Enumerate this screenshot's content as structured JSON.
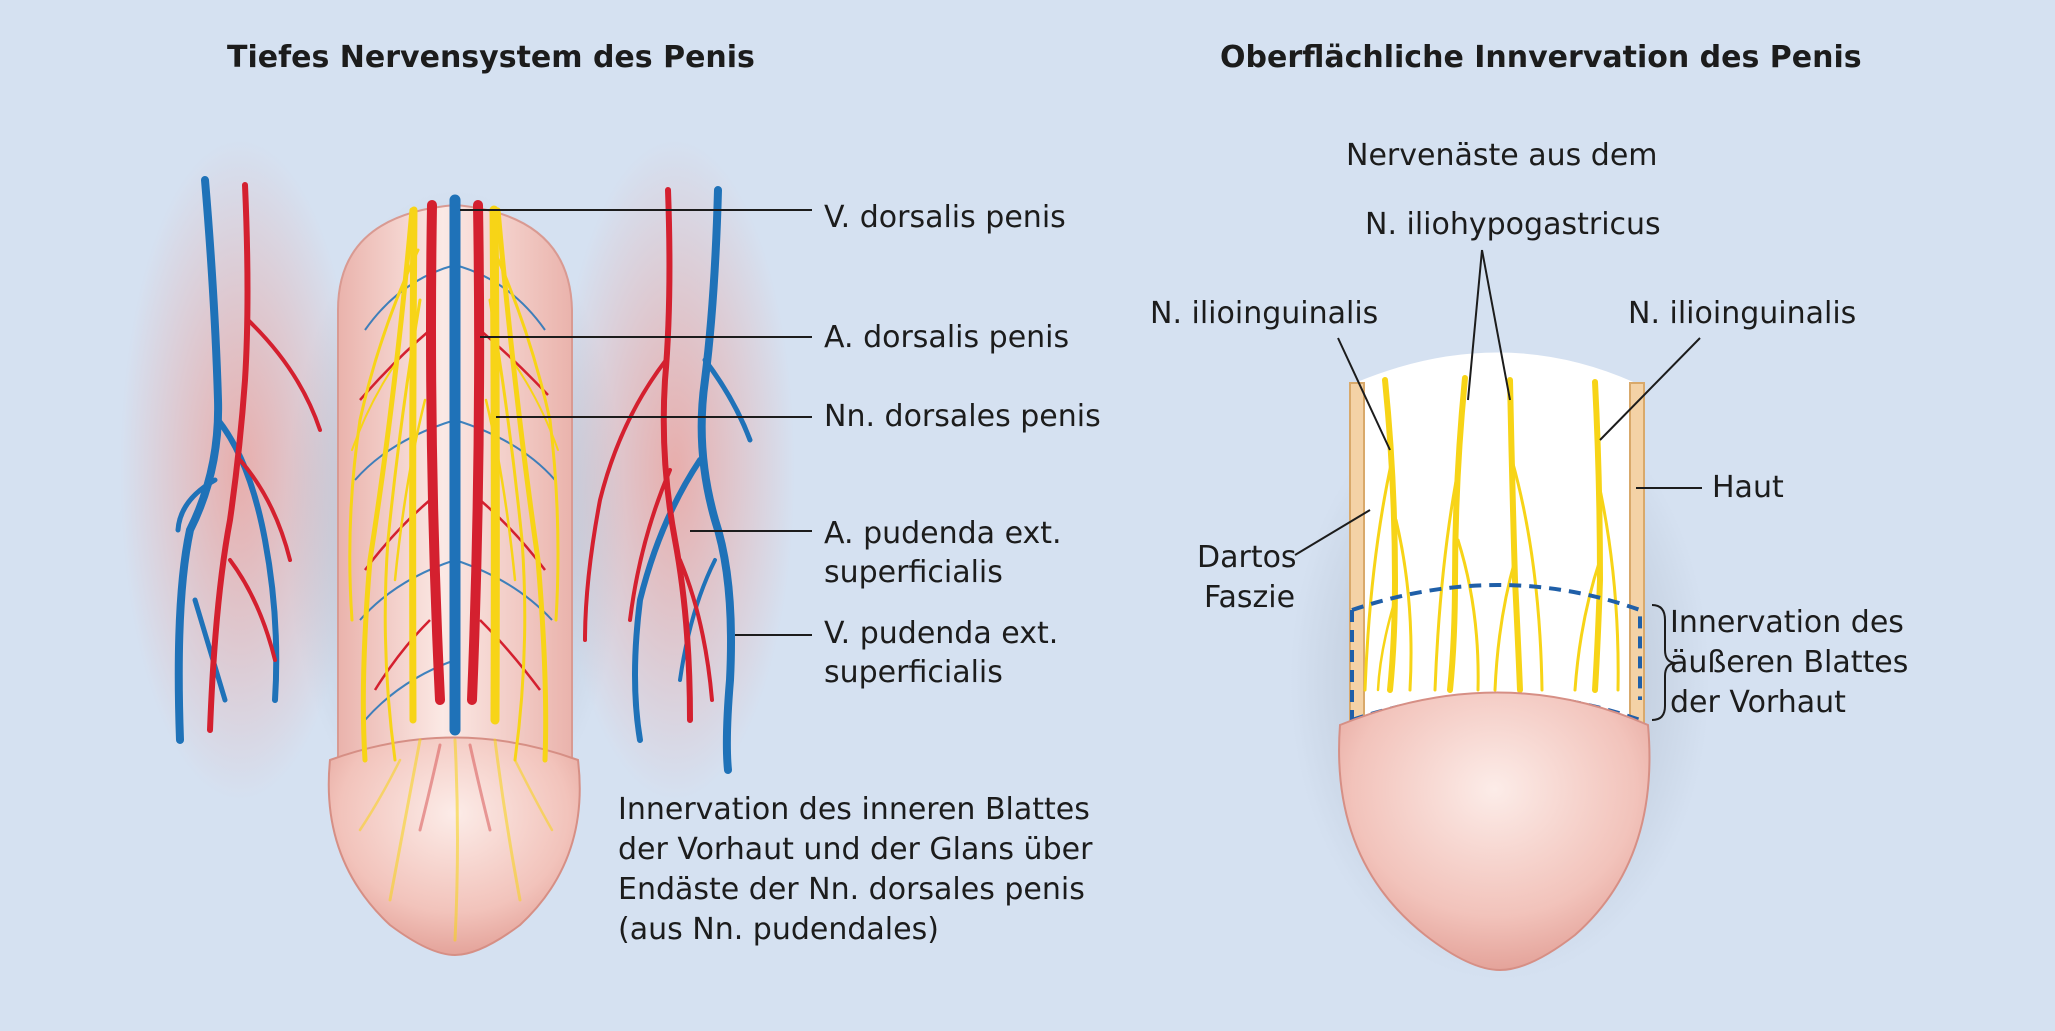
{
  "left_panel": {
    "title": "Tiefes  Nervensystem des Penis",
    "labels": {
      "v_dorsalis": "V. dorsalis penis",
      "a_dorsalis": "A. dorsalis penis",
      "nn_dorsales": "Nn. dorsales penis",
      "a_pudenda_1": "A. pudenda ext.",
      "a_pudenda_2": "superficialis",
      "v_pudenda_1": "V. pudenda ext.",
      "v_pudenda_2": "superficialis"
    },
    "caption": [
      "Innervation des inneren Blattes",
      "der Vorhaut und der Glans über",
      "Endäste der Nn. dorsales penis",
      "(aus Nn. pudendales)"
    ]
  },
  "right_panel": {
    "title": "Oberflächliche Innvervation des Penis",
    "labels": {
      "nervenaeste": "Nervenäste aus dem",
      "iliohypogastricus": "N. iliohypogastricus",
      "ilioinguinalis_left": "N. ilioinguinalis",
      "ilioinguinalis_right": "N. ilioinguinalis",
      "haut": "Haut",
      "dartos_1": "Dartos",
      "dartos_2": "Faszie",
      "innervation_1": "Innervation des",
      "innervation_2": "äußeren Blattes",
      "innervation_3": "der Vorhaut"
    }
  },
  "colors": {
    "background": "#d5e1f1",
    "vein": "#1f72b8",
    "artery": "#d4202f",
    "nerve": "#f7d417",
    "skin": "#f6d6d0",
    "dashed_boundary": "#1f5fa8"
  }
}
